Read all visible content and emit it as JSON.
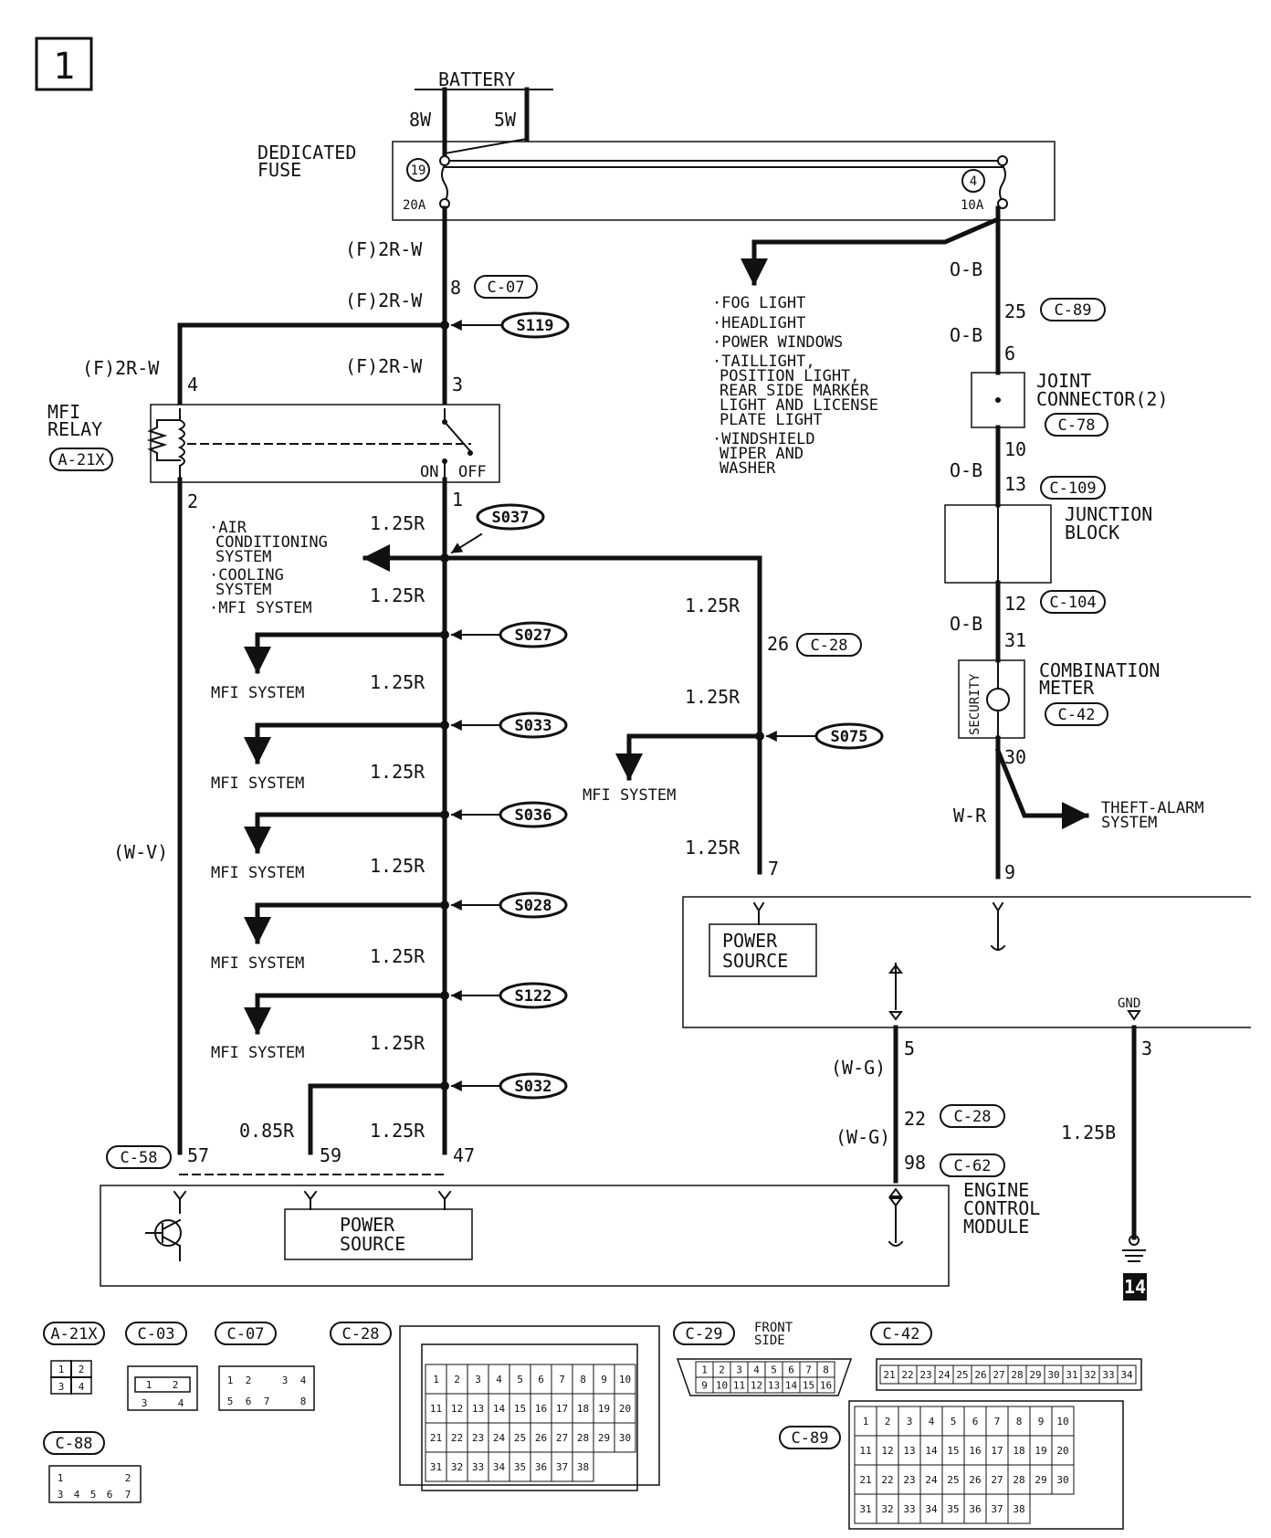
{
  "page_number": "1",
  "battery": {
    "label": "BATTERY",
    "wire_left": "8W",
    "wire_right": "5W"
  },
  "dedicated_fuse": {
    "title": [
      "DEDICATED",
      "FUSE"
    ],
    "fuse19": {
      "num": "19",
      "rating": "20A"
    },
    "fuse4": {
      "num": "4",
      "rating": "10A"
    }
  },
  "left_main": {
    "wire_fuse_out": "(F)2R-W",
    "wire_c07": "(F)2R-W",
    "c07_pin": "8",
    "c07": "C-07",
    "splice_s119": "S119",
    "relay_feed": "(F)2R-W",
    "relay_pin4": "4",
    "relay_pin3": "3",
    "wire_to_pin3": "(F)2R-W"
  },
  "mfi_relay": {
    "title": [
      "MFI",
      "RELAY"
    ],
    "connector": "A-21X",
    "on": "ON",
    "off": "OFF",
    "pin2": "2",
    "pin1": "1",
    "coil_wire": "(W-V)"
  },
  "splices": [
    {
      "id": "S037",
      "wire": "1.25R",
      "branch": [
        "·AIR",
        "CONDITIONING",
        "SYSTEM",
        "·COOLING",
        "SYSTEM",
        "·MFI SYSTEM"
      ]
    },
    {
      "id": "S027",
      "wire": "1.25R",
      "branch": [
        "MFI SYSTEM"
      ]
    },
    {
      "id": "S033",
      "wire": "1.25R",
      "branch": [
        "MFI SYSTEM"
      ]
    },
    {
      "id": "S036",
      "wire": "1.25R",
      "branch": [
        "MFI SYSTEM"
      ]
    },
    {
      "id": "S028",
      "wire": "1.25R",
      "branch": [
        "MFI SYSTEM"
      ]
    },
    {
      "id": "S122",
      "wire": "1.25R",
      "branch": [
        "MFI SYSTEM"
      ]
    },
    {
      "id": "S032",
      "wire": "1.25R",
      "branch": []
    }
  ],
  "wire_above_s037": "1.25R",
  "middle_branch": {
    "wire_top": "1.25R",
    "c28_pin": "26",
    "c28": "C-28",
    "splice": "S075",
    "wire_mid": "1.25R",
    "branch": "MFI SYSTEM",
    "wire_bottom": "1.25R",
    "pin": "7"
  },
  "fuse4_branch_list": [
    "·FOG LIGHT",
    "·HEADLIGHT",
    "·POWER WINDOWS",
    "·TAILLIGHT,",
    "POSITION LIGHT,",
    "REAR SIDE MARKER",
    "LIGHT AND LICENSE",
    "PLATE LIGHT",
    "·WINDSHIELD",
    "WIPER AND",
    "WASHER"
  ],
  "right_chain": {
    "w1": "O-B",
    "c89_pin": "25",
    "c89": "C-89",
    "w2": "O-B",
    "jc_pin_in": "6",
    "joint_connector": [
      "JOINT",
      "CONNECTOR(2)"
    ],
    "c78": "C-78",
    "jc_pin_out": "10",
    "w3": "O-B",
    "jb_pin_in": "13",
    "c109": "C-109",
    "junction_block": [
      "JUNCTION",
      "BLOCK"
    ],
    "jb_pin_out": "12",
    "c104": "C-104",
    "w4": "O-B",
    "cm_pin_in": "31",
    "combination_meter": [
      "COMBINATION",
      "METER"
    ],
    "c42": "C-42",
    "security": "SECURITY",
    "cm_pin_out": "30",
    "theft": [
      "THEFT-ALARM",
      "SYSTEM"
    ],
    "w5": "W-R",
    "pin9": "9"
  },
  "combo_box": {
    "power_source": [
      "POWER",
      "SOURCE"
    ],
    "gnd": "GND"
  },
  "wg_path": {
    "pin5": "5",
    "w1": "(W-G)",
    "pin22": "22",
    "c28": "C-28",
    "w2": "(W-G)",
    "pin98": "98",
    "c62": "C-62"
  },
  "ground": {
    "pin3": "3",
    "wire": "1.25B",
    "ref": "14"
  },
  "ecm": {
    "connector": "C-58",
    "pin57": "57",
    "pin59": "59",
    "pin47": "47",
    "wire_059": "0.85R",
    "wire_047": "1.25R",
    "power_source": [
      "POWER",
      "SOURCE"
    ],
    "title": [
      "ENGINE",
      "CONTROL",
      "MODULE"
    ]
  },
  "connectors": {
    "A-21X": {
      "label": "A-21X",
      "pins": [
        "1",
        "2",
        "3",
        "4"
      ]
    },
    "C-03": {
      "label": "C-03",
      "pins": [
        "1",
        "2",
        "3",
        "4"
      ]
    },
    "C-07": {
      "label": "C-07",
      "pins": [
        "1",
        "2",
        "3",
        "4",
        "5",
        "6",
        "7",
        "8"
      ]
    },
    "C-88": {
      "label": "C-88",
      "pins": [
        "1",
        "2",
        "3",
        "4",
        "5",
        "6",
        "7"
      ]
    },
    "C-28": {
      "label": "C-28",
      "pins": [
        "1",
        "2",
        "3",
        "4",
        "5",
        "6",
        "7",
        "8",
        "9",
        "10",
        "11",
        "12",
        "13",
        "14",
        "15",
        "16",
        "17",
        "18",
        "19",
        "20",
        "21",
        "22",
        "23",
        "24",
        "25",
        "26",
        "27",
        "28",
        "29",
        "30",
        "31",
        "32",
        "33",
        "34",
        "35",
        "36",
        "37",
        "38"
      ]
    },
    "C-29": {
      "label": "C-29",
      "note": [
        "FRONT",
        "SIDE"
      ],
      "pins": [
        "1",
        "2",
        "3",
        "4",
        "5",
        "6",
        "7",
        "8",
        "9",
        "10",
        "11",
        "12",
        "13",
        "14",
        "15",
        "16"
      ]
    },
    "C-42": {
      "label": "C-42",
      "pins": [
        "21",
        "22",
        "23",
        "24",
        "25",
        "26",
        "27",
        "28",
        "29",
        "30",
        "31",
        "32",
        "33",
        "34"
      ]
    },
    "C-89": {
      "label": "C-89",
      "pins": [
        "1",
        "2",
        "3",
        "4",
        "5",
        "6",
        "7",
        "8",
        "9",
        "10",
        "11",
        "12",
        "13",
        "14",
        "15",
        "16",
        "17",
        "18",
        "19",
        "20",
        "21",
        "22",
        "23",
        "24",
        "25",
        "26",
        "27",
        "28",
        "29",
        "30",
        "31",
        "32",
        "33",
        "34",
        "35",
        "36",
        "37",
        "38"
      ]
    }
  }
}
